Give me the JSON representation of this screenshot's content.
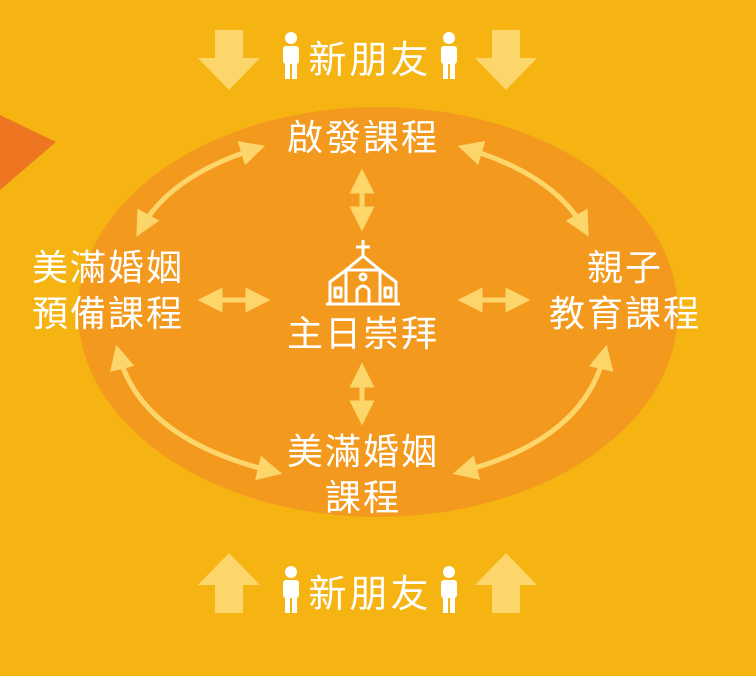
{
  "banner_top": {
    "text": "新朋友",
    "icon": "person-icon",
    "arrow": "down-arrow-icon"
  },
  "banner_bottom": {
    "text": "新朋友",
    "icon": "person-icon",
    "arrow": "up-arrow-icon"
  },
  "nodes": {
    "top": "啟發課程",
    "left_line1": "美滿婚姻",
    "left_line2": "預備課程",
    "right_line1": "親子",
    "right_line2": "教育課程",
    "bottom_line1": "美滿婚姻",
    "bottom_line2": "課程",
    "center": "主日崇拜"
  },
  "center_icon": "church-icon",
  "colors": {
    "background": "#F6B413",
    "ellipse": "#F39A1E",
    "arrow": "#FCD66A",
    "text": "#FFFFFF",
    "corner_triangle": "#EE7621"
  }
}
